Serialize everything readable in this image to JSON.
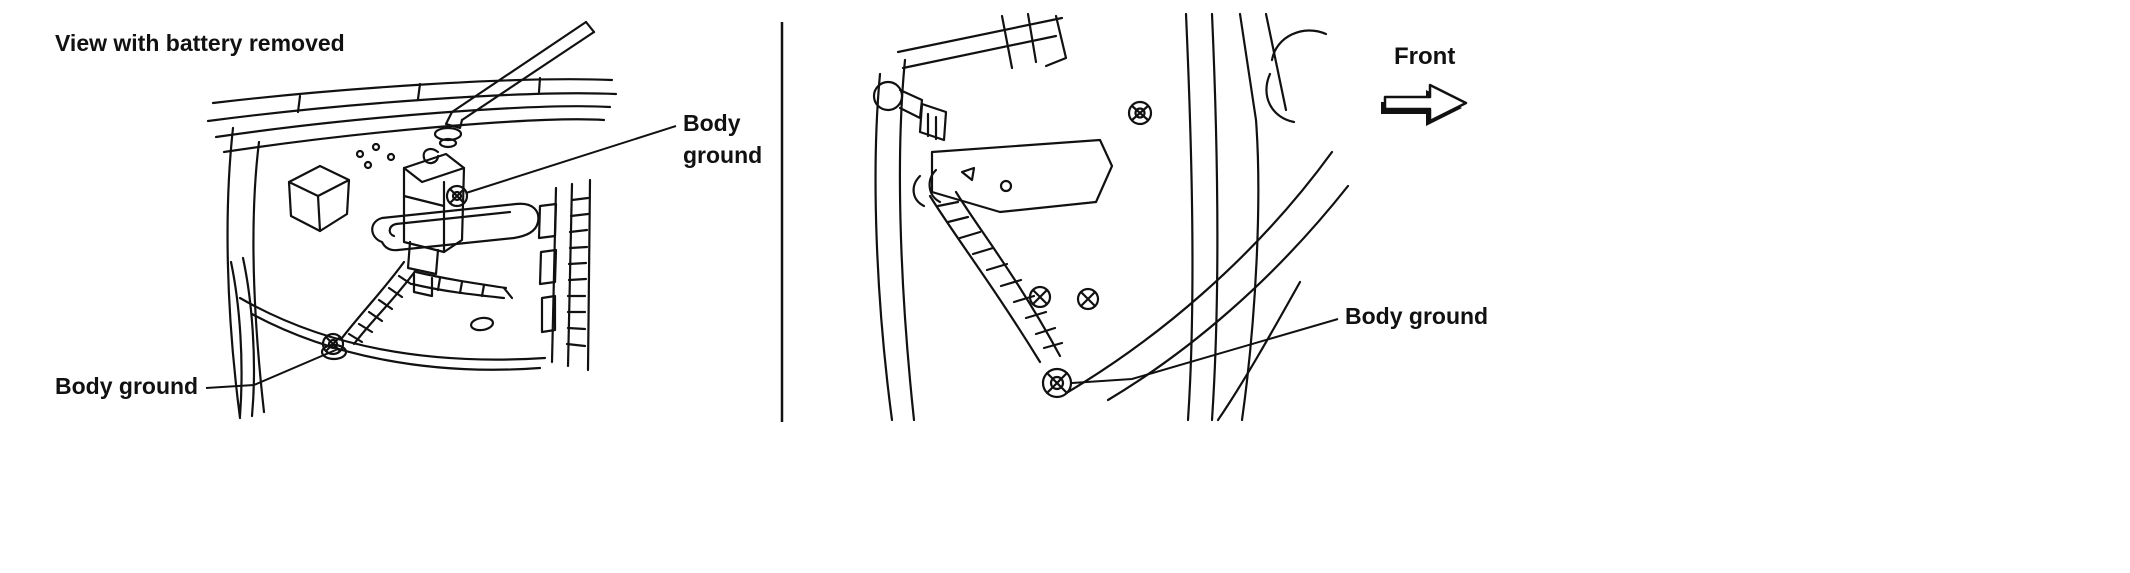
{
  "left_panel": {
    "title": "View with battery removed",
    "label_upper": "Body ground",
    "label_lower": "Body ground"
  },
  "right_panel": {
    "front_label": "Front",
    "label_body_ground": "Body ground"
  },
  "icons": {
    "front_arrow": "right-block-arrow",
    "bolts": "ground-bolt-with-cross"
  },
  "colors": {
    "line": "#111111",
    "background": "#ffffff"
  }
}
